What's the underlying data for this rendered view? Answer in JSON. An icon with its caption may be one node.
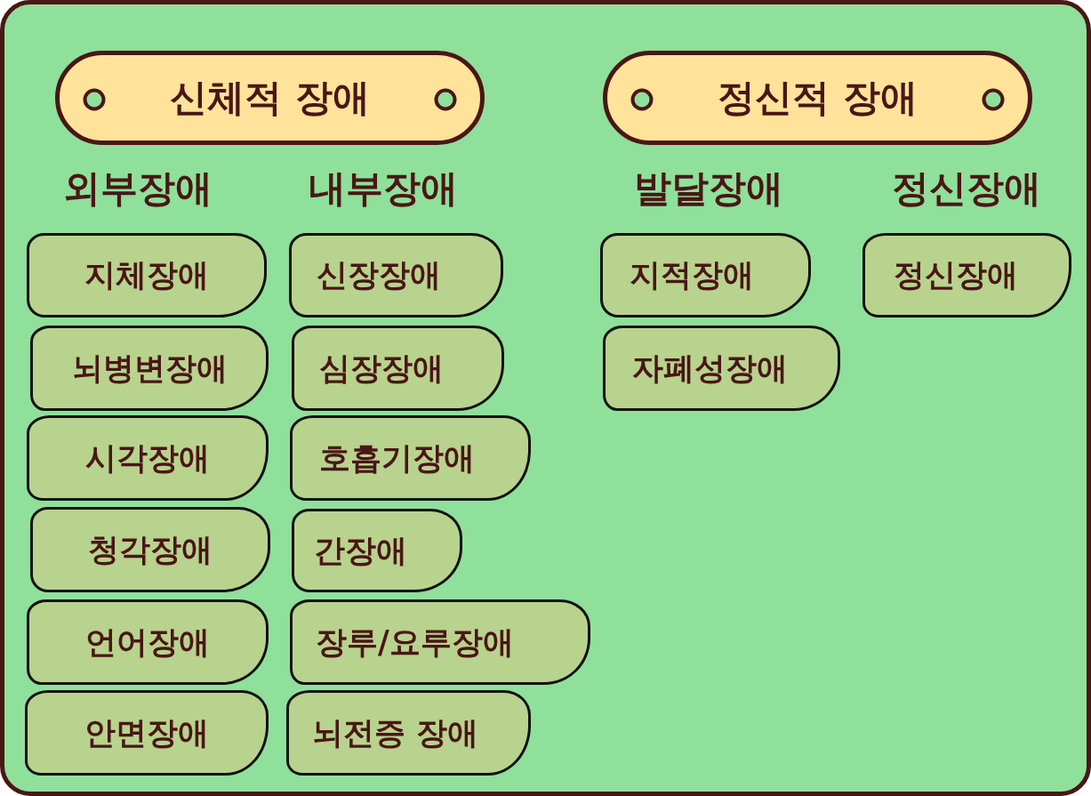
{
  "diagram": {
    "nodes": [
      {
        "text": [
          "신체적 장애"
        ]
      },
      {
        "text": [
          "정신적 장애"
        ]
      },
      {
        "text": [
          "지체장애"
        ]
      },
      {
        "text": [
          "뇌병변장애"
        ]
      },
      {
        "text": [
          "시각장애"
        ]
      },
      {
        "text": [
          "청각장애"
        ]
      },
      {
        "text": [
          "언어장애"
        ]
      },
      {
        "text": [
          "안면장애"
        ]
      },
      {
        "text": [
          "신장장애"
        ]
      },
      {
        "text": [
          "심장장애"
        ]
      },
      {
        "text": [
          "호흡기장애"
        ]
      },
      {
        "text": [
          "간장애"
        ]
      },
      {
        "text": [
          "장루/요루장애"
        ]
      },
      {
        "text": [
          "뇌전증 장애"
        ]
      },
      {
        "text": [
          "지적장애"
        ]
      },
      {
        "text": [
          "자폐성장애"
        ]
      },
      {
        "text": [
          "정신장애"
        ]
      }
    ],
    "labels": [
      "외부장애",
      "내부장애",
      "발달장애",
      "정신장애"
    ]
  }
}
